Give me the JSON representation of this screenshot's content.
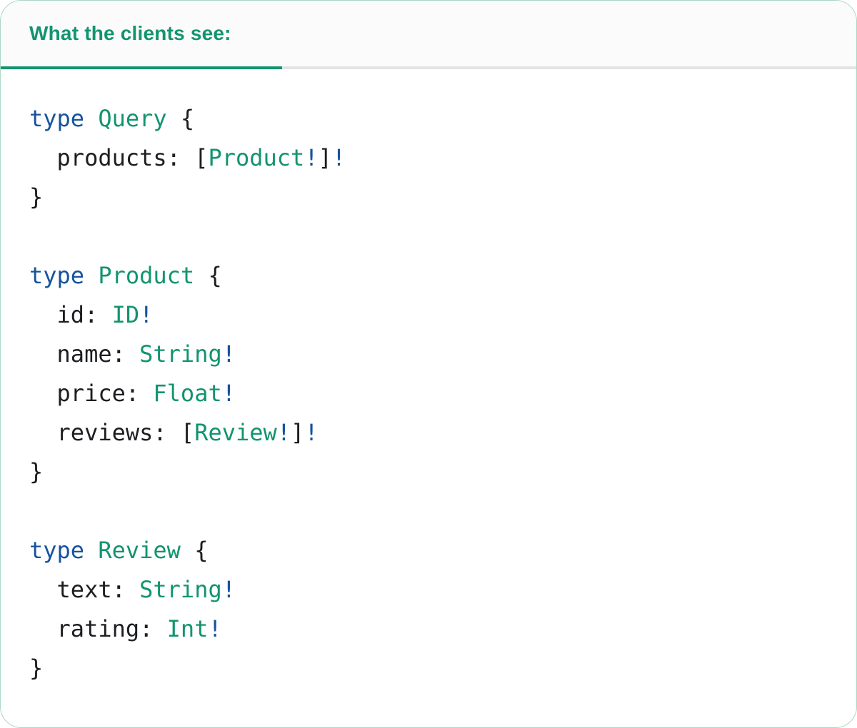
{
  "tab": {
    "label": "What the clients see:"
  },
  "colors": {
    "panel_bg": "#ffffff",
    "panel_border": "#abd7c3",
    "header_bg": "#fbfbfb",
    "divider": "#e3e3e3",
    "tab_text": "#12946f",
    "tab_indicator": "#12946f",
    "code_keyword": "#16539e",
    "code_typename": "#12946f",
    "code_plain": "#1c1e21",
    "code_bang": "#16539e"
  },
  "code": {
    "lines": [
      [
        {
          "t": "type",
          "c": "keyword"
        },
        {
          "t": " ",
          "c": "plain"
        },
        {
          "t": "Query",
          "c": "typename"
        },
        {
          "t": " {",
          "c": "plain"
        }
      ],
      [
        {
          "t": "  products: [",
          "c": "plain"
        },
        {
          "t": "Product",
          "c": "typename"
        },
        {
          "t": "!",
          "c": "bang"
        },
        {
          "t": "]",
          "c": "plain"
        },
        {
          "t": "!",
          "c": "bang"
        }
      ],
      [
        {
          "t": "}",
          "c": "plain"
        }
      ],
      [],
      [
        {
          "t": "type",
          "c": "keyword"
        },
        {
          "t": " ",
          "c": "plain"
        },
        {
          "t": "Product",
          "c": "typename"
        },
        {
          "t": " {",
          "c": "plain"
        }
      ],
      [
        {
          "t": "  id: ",
          "c": "plain"
        },
        {
          "t": "ID",
          "c": "typename"
        },
        {
          "t": "!",
          "c": "bang"
        }
      ],
      [
        {
          "t": "  name: ",
          "c": "plain"
        },
        {
          "t": "String",
          "c": "typename"
        },
        {
          "t": "!",
          "c": "bang"
        }
      ],
      [
        {
          "t": "  price: ",
          "c": "plain"
        },
        {
          "t": "Float",
          "c": "typename"
        },
        {
          "t": "!",
          "c": "bang"
        }
      ],
      [
        {
          "t": "  reviews: [",
          "c": "plain"
        },
        {
          "t": "Review",
          "c": "typename"
        },
        {
          "t": "!",
          "c": "bang"
        },
        {
          "t": "]",
          "c": "plain"
        },
        {
          "t": "!",
          "c": "bang"
        }
      ],
      [
        {
          "t": "}",
          "c": "plain"
        }
      ],
      [],
      [
        {
          "t": "type",
          "c": "keyword"
        },
        {
          "t": " ",
          "c": "plain"
        },
        {
          "t": "Review",
          "c": "typename"
        },
        {
          "t": " {",
          "c": "plain"
        }
      ],
      [
        {
          "t": "  text: ",
          "c": "plain"
        },
        {
          "t": "String",
          "c": "typename"
        },
        {
          "t": "!",
          "c": "bang"
        }
      ],
      [
        {
          "t": "  rating: ",
          "c": "plain"
        },
        {
          "t": "Int",
          "c": "typename"
        },
        {
          "t": "!",
          "c": "bang"
        }
      ],
      [
        {
          "t": "}",
          "c": "plain"
        }
      ]
    ]
  }
}
